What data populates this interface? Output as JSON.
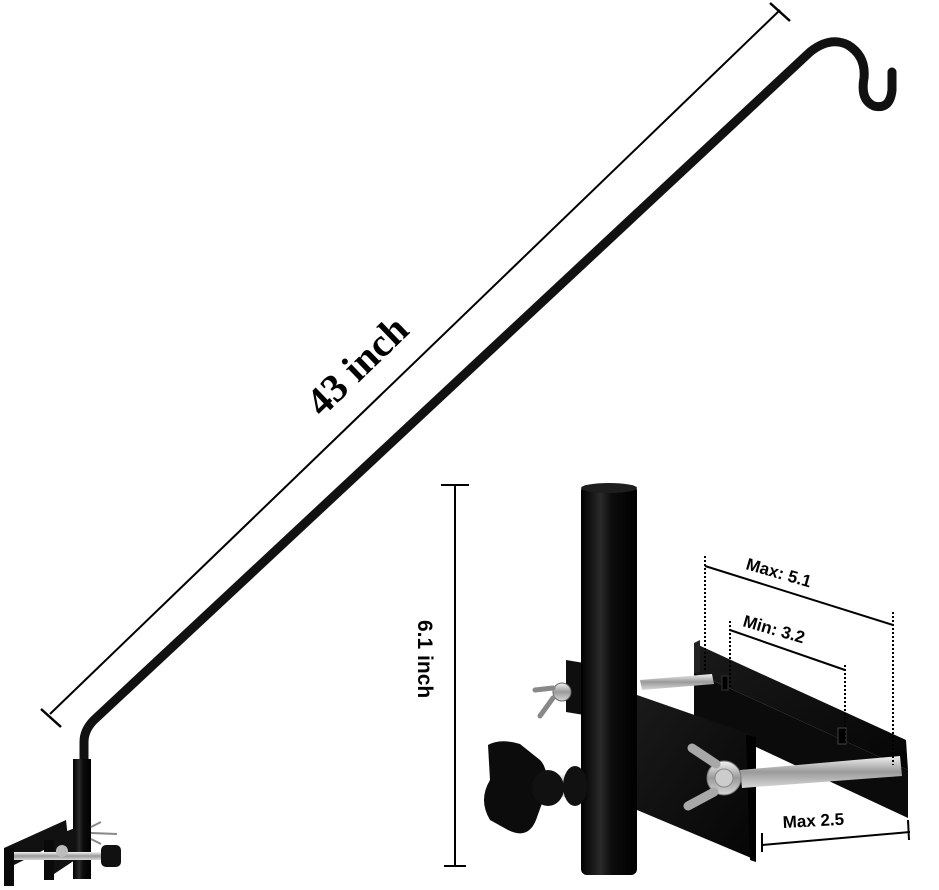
{
  "product": {
    "name": "Angled deck hook with adjustable clamp bracket",
    "rod_color": "#111111",
    "background_color": "#ffffff"
  },
  "dimensions": {
    "rod_length": "43 inch",
    "bracket_height": "6.1 inch",
    "clamp_max_width": "Max: 5.1",
    "clamp_min_width": "Min: 3.2",
    "clamp_max_depth": "Max 2.5"
  },
  "components": {
    "hook_end": "s-hook-icon",
    "bracket_tube": "tube-icon",
    "thumb_screw": "thumb-knob-icon",
    "wing_nuts": "wing-nut-icon",
    "clamp_plates": "clamp-plate-icon",
    "threaded_rods": "threaded-rod-icon"
  }
}
